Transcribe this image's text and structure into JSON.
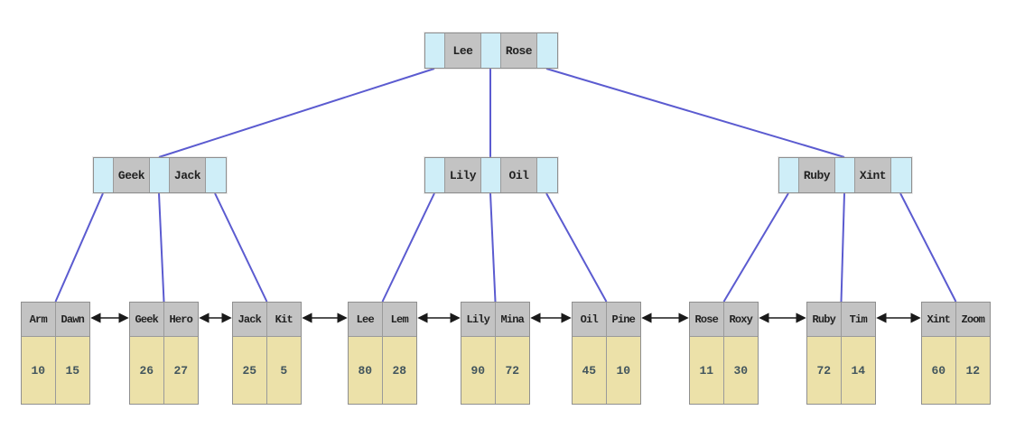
{
  "tree": {
    "type": "b-plus-tree",
    "root": {
      "keys": [
        "Lee",
        "Rose"
      ]
    },
    "internal_nodes": [
      {
        "keys": [
          "Geek",
          "Jack"
        ]
      },
      {
        "keys": [
          "Lily",
          "Oil"
        ]
      },
      {
        "keys": [
          "Ruby",
          "Xint"
        ]
      }
    ],
    "leaf_nodes": [
      {
        "keys": [
          "Arm",
          "Dawn"
        ],
        "values": [
          "10",
          "15"
        ]
      },
      {
        "keys": [
          "Geek",
          "Hero"
        ],
        "values": [
          "26",
          "27"
        ]
      },
      {
        "keys": [
          "Jack",
          "Kit"
        ],
        "values": [
          "25",
          "5"
        ]
      },
      {
        "keys": [
          "Lee",
          "Lem"
        ],
        "values": [
          "80",
          "28"
        ]
      },
      {
        "keys": [
          "Lily",
          "Mina"
        ],
        "values": [
          "90",
          "72"
        ]
      },
      {
        "keys": [
          "Oil",
          "Pine"
        ],
        "values": [
          "45",
          "10"
        ]
      },
      {
        "keys": [
          "Rose",
          "Roxy"
        ],
        "values": [
          "11",
          "30"
        ]
      },
      {
        "keys": [
          "Ruby",
          "Tim"
        ],
        "values": [
          "72",
          "14"
        ]
      },
      {
        "keys": [
          "Xint",
          "Zoom"
        ],
        "values": [
          "60",
          "12"
        ]
      }
    ],
    "colors": {
      "pointer_cell": "#cfeef8",
      "key_cell": "#c3c3c3",
      "value_cell": "#ece1a9",
      "node_border": "#8f8f8f",
      "edge": "#5b5bd0",
      "leaf_link_arrow": "#1a1a1a",
      "background": "#ffffff"
    }
  }
}
